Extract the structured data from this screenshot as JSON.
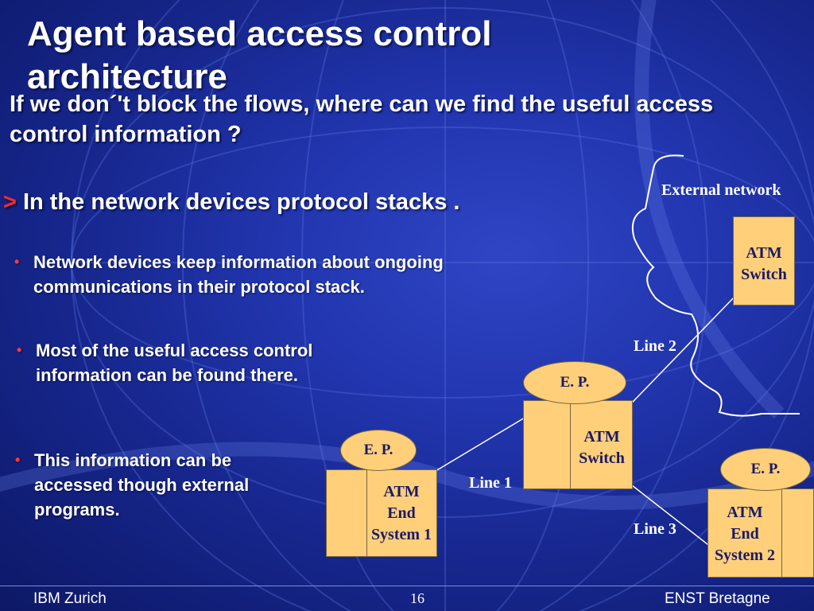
{
  "slide": {
    "title": "Agent based access control architecture",
    "question": "If we don´'t block the flows, where can we find the useful access control information ?",
    "point": {
      "marker": ">",
      "text": "In the network devices protocol stacks ."
    },
    "bullets": [
      "Network devices keep information about ongoing communications in their protocol stack.",
      "Most of the useful access control information can be found there.",
      "This information can be accessed though external programs."
    ],
    "bullet_marker": "•"
  },
  "diagram": {
    "external_network_label": "External network",
    "atm_switch_top": {
      "line1": "ATM",
      "line2": "Switch"
    },
    "atm_switch_mid": {
      "line1": "ATM",
      "line2": "Switch"
    },
    "end_system_1": {
      "line1": "ATM",
      "line2": "End",
      "line3": "System 1"
    },
    "end_system_2": {
      "line1": "ATM",
      "line2": "End",
      "line3": "System 2"
    },
    "ep_mid": "E. P.",
    "ep_left": "E. P.",
    "ep_right": "E. P.",
    "line1_label": "Line 1",
    "line2_label": "Line 2",
    "line3_label": "Line 3"
  },
  "footer": {
    "left": "IBM Zurich",
    "page_number": "16",
    "right": "ENST Bretagne"
  },
  "colors": {
    "background": "#1c2fa4",
    "box_fill": "#ffcf7a",
    "box_text": "#1a1a66",
    "bullet_marker": "#ff3a3a",
    "point_marker": "#ff2a2a"
  }
}
